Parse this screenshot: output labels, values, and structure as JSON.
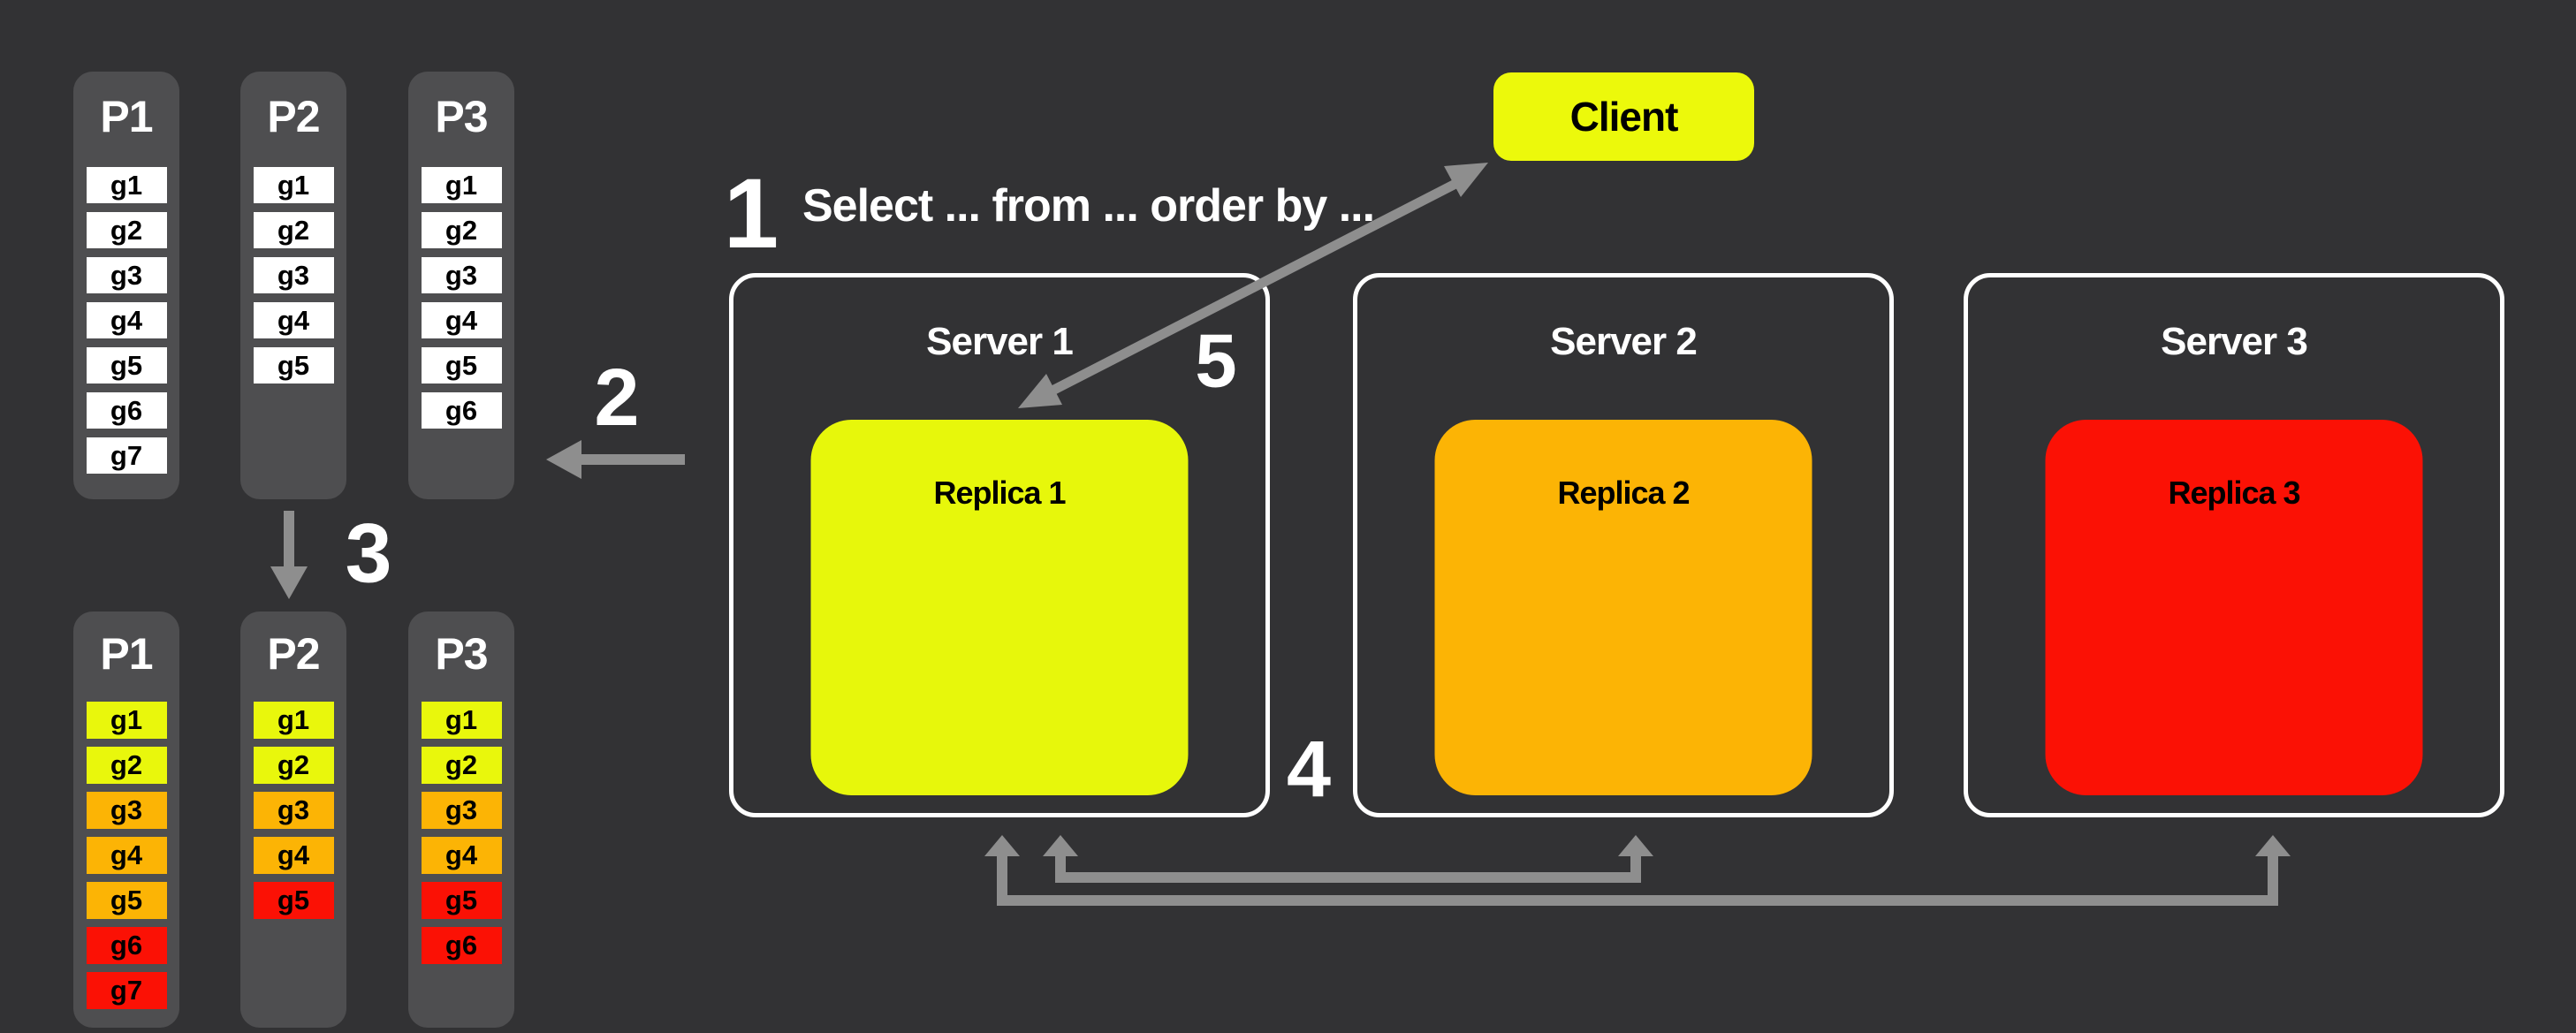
{
  "colors": {
    "background": "#323234",
    "panel_gray": "#4e4e50",
    "white": "#ffffff",
    "yellow": "#e9f70c",
    "orange": "#fcb405",
    "red": "#fb1105",
    "arrow_gray": "#8e8e8e"
  },
  "annotations": {
    "step1": "1",
    "step2": "2",
    "step3": "3",
    "step4": "4",
    "step5": "5",
    "query": "Select ... from ... order by ..."
  },
  "client": {
    "label": "Client",
    "color": "#ecf90b"
  },
  "servers": [
    {
      "name": "Server 1",
      "replica": {
        "name": "Replica 1",
        "color": "#e7f70b"
      }
    },
    {
      "name": "Server 2",
      "replica": {
        "name": "Replica 2",
        "color": "#fcb405"
      }
    },
    {
      "name": "Server 3",
      "replica": {
        "name": "Replica 3",
        "color": "#fb1105"
      }
    }
  ],
  "partitions_before": {
    "panels": [
      {
        "label": "P1",
        "cells": [
          {
            "label": "g1",
            "color": "#ffffff"
          },
          {
            "label": "g2",
            "color": "#ffffff"
          },
          {
            "label": "g3",
            "color": "#ffffff"
          },
          {
            "label": "g4",
            "color": "#ffffff"
          },
          {
            "label": "g5",
            "color": "#ffffff"
          },
          {
            "label": "g6",
            "color": "#ffffff"
          },
          {
            "label": "g7",
            "color": "#ffffff"
          }
        ]
      },
      {
        "label": "P2",
        "cells": [
          {
            "label": "g1",
            "color": "#ffffff"
          },
          {
            "label": "g2",
            "color": "#ffffff"
          },
          {
            "label": "g3",
            "color": "#ffffff"
          },
          {
            "label": "g4",
            "color": "#ffffff"
          },
          {
            "label": "g5",
            "color": "#ffffff"
          }
        ]
      },
      {
        "label": "P3",
        "cells": [
          {
            "label": "g1",
            "color": "#ffffff"
          },
          {
            "label": "g2",
            "color": "#ffffff"
          },
          {
            "label": "g3",
            "color": "#ffffff"
          },
          {
            "label": "g4",
            "color": "#ffffff"
          },
          {
            "label": "g5",
            "color": "#ffffff"
          },
          {
            "label": "g6",
            "color": "#ffffff"
          }
        ]
      }
    ]
  },
  "partitions_after": {
    "panels": [
      {
        "label": "P1",
        "cells": [
          {
            "label": "g1",
            "color": "#e9f70c"
          },
          {
            "label": "g2",
            "color": "#e9f70c"
          },
          {
            "label": "g3",
            "color": "#fcb405"
          },
          {
            "label": "g4",
            "color": "#fcb405"
          },
          {
            "label": "g5",
            "color": "#fcb405"
          },
          {
            "label": "g6",
            "color": "#fb1105"
          },
          {
            "label": "g7",
            "color": "#fb1105"
          }
        ]
      },
      {
        "label": "P2",
        "cells": [
          {
            "label": "g1",
            "color": "#e9f70c"
          },
          {
            "label": "g2",
            "color": "#e9f70c"
          },
          {
            "label": "g3",
            "color": "#fcb405"
          },
          {
            "label": "g4",
            "color": "#fcb405"
          },
          {
            "label": "g5",
            "color": "#fb1105"
          }
        ]
      },
      {
        "label": "P3",
        "cells": [
          {
            "label": "g1",
            "color": "#e9f70c"
          },
          {
            "label": "g2",
            "color": "#e9f70c"
          },
          {
            "label": "g3",
            "color": "#fcb405"
          },
          {
            "label": "g4",
            "color": "#fcb405"
          },
          {
            "label": "g5",
            "color": "#fb1105"
          },
          {
            "label": "g6",
            "color": "#fb1105"
          }
        ]
      }
    ]
  }
}
